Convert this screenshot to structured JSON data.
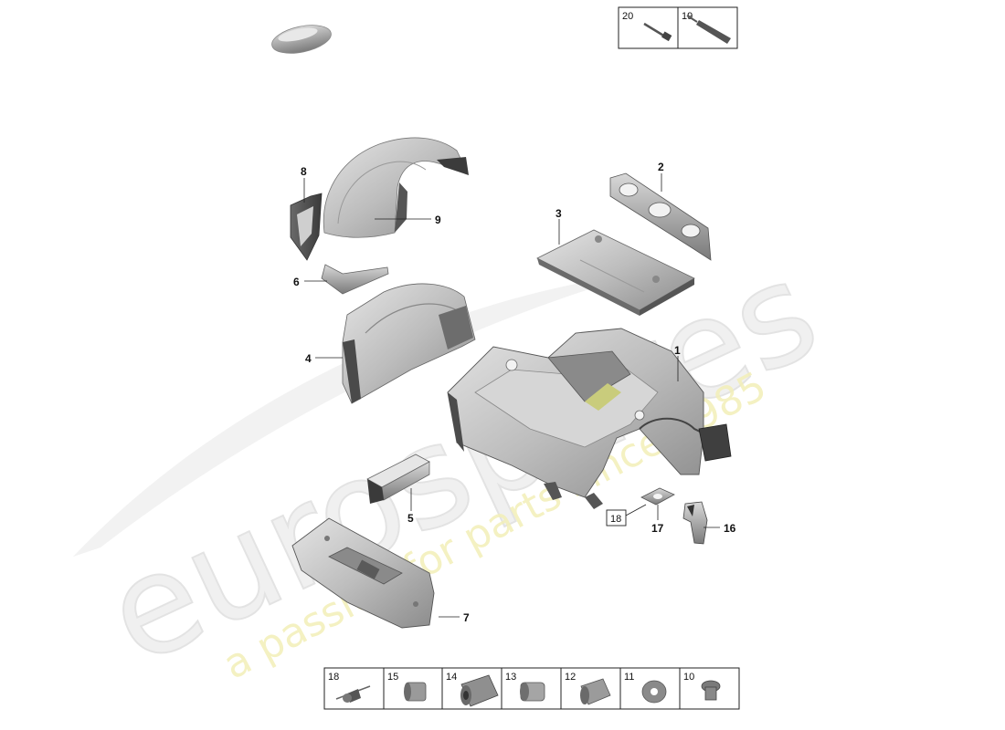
{
  "watermark": {
    "brand": "eurospares",
    "tagline": "a passion for parts since 1985"
  },
  "callouts": [
    {
      "id": "1",
      "label": "1"
    },
    {
      "id": "2",
      "label": "2"
    },
    {
      "id": "3",
      "label": "3"
    },
    {
      "id": "4",
      "label": "4"
    },
    {
      "id": "5",
      "label": "5"
    },
    {
      "id": "6",
      "label": "6"
    },
    {
      "id": "7",
      "label": "7"
    },
    {
      "id": "8",
      "label": "8"
    },
    {
      "id": "9",
      "label": "9"
    },
    {
      "id": "16",
      "label": "16"
    },
    {
      "id": "17",
      "label": "17"
    }
  ],
  "boxed_ref": {
    "label": "18"
  },
  "top_table": [
    {
      "num": "20",
      "icon": "rivet-tool-icon"
    },
    {
      "num": "19",
      "icon": "sealant-tube-icon"
    }
  ],
  "bottom_table": [
    {
      "num": "18",
      "icon": "blind-rivet-icon"
    },
    {
      "num": "15",
      "icon": "rivet-nut-icon"
    },
    {
      "num": "14",
      "icon": "large-rivet-nut-icon"
    },
    {
      "num": "13",
      "icon": "threaded-insert-icon"
    },
    {
      "num": "12",
      "icon": "sleeve-icon"
    },
    {
      "num": "11",
      "icon": "washer-icon"
    },
    {
      "num": "10",
      "icon": "flange-bolt-icon"
    }
  ]
}
